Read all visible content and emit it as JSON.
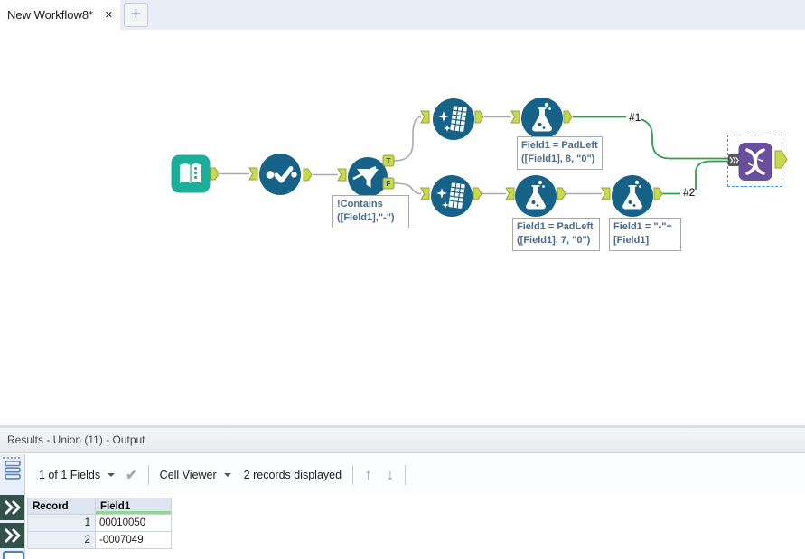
{
  "tab_bar": {
    "active_tab_title": "New Workflow8*",
    "close_glyph": "✕",
    "new_tab_glyph": "+"
  },
  "canvas": {
    "filter_true_label": "T",
    "filter_false_label": "F",
    "connection_labels": {
      "first": "#1",
      "second": "#2"
    },
    "annotations": {
      "filter": "!Contains\n([Field1],\"-\")",
      "formula_top": "Field1 = PadLeft\n([Field1], 8, \"0\")",
      "formula_bottom_1": "Field1 = PadLeft\n([Field1], 7, \"0\")",
      "formula_bottom_2": "Field1 = \"-\"+\n[Field1]"
    }
  },
  "results": {
    "title": "Results - Union (11) - Output",
    "toolbar": {
      "fields_summary": "1 of 1 Fields",
      "cell_viewer": "Cell Viewer",
      "records_displayed": "2 records displayed",
      "check_glyph": "✔",
      "up_glyph": "↑",
      "down_glyph": "↓"
    },
    "table": {
      "columns": {
        "record": "Record",
        "field1": "Field1"
      },
      "rows": [
        {
          "record": "1",
          "field1": "00010050"
        },
        {
          "record": "2",
          "field1": "-0007049"
        }
      ]
    }
  },
  "colors": {
    "teal": "#1dae9a",
    "tool_blue": "#176289",
    "union_purple": "#6a4f9e",
    "anchor_lime": "#c9d64f",
    "anchor_border": "#93a437",
    "wire_green": "#2d9e49",
    "wire_gray": "#a9aaab",
    "selection_blue": "#2f96f3",
    "annotation_text": "#4a6b8c",
    "tab_strip": "#e8edf7",
    "field_quality_green": "#90d793"
  }
}
